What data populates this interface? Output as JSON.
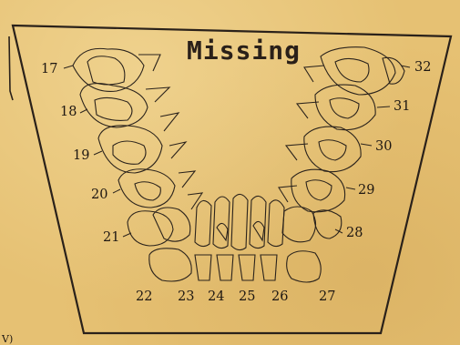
{
  "chart": {
    "title": "Missing",
    "corner_text": "V)",
    "tooth_numbers": [
      "17",
      "18",
      "19",
      "20",
      "21",
      "22",
      "23",
      "24",
      "25",
      "26",
      "27",
      "28",
      "29",
      "30",
      "31",
      "32"
    ]
  }
}
